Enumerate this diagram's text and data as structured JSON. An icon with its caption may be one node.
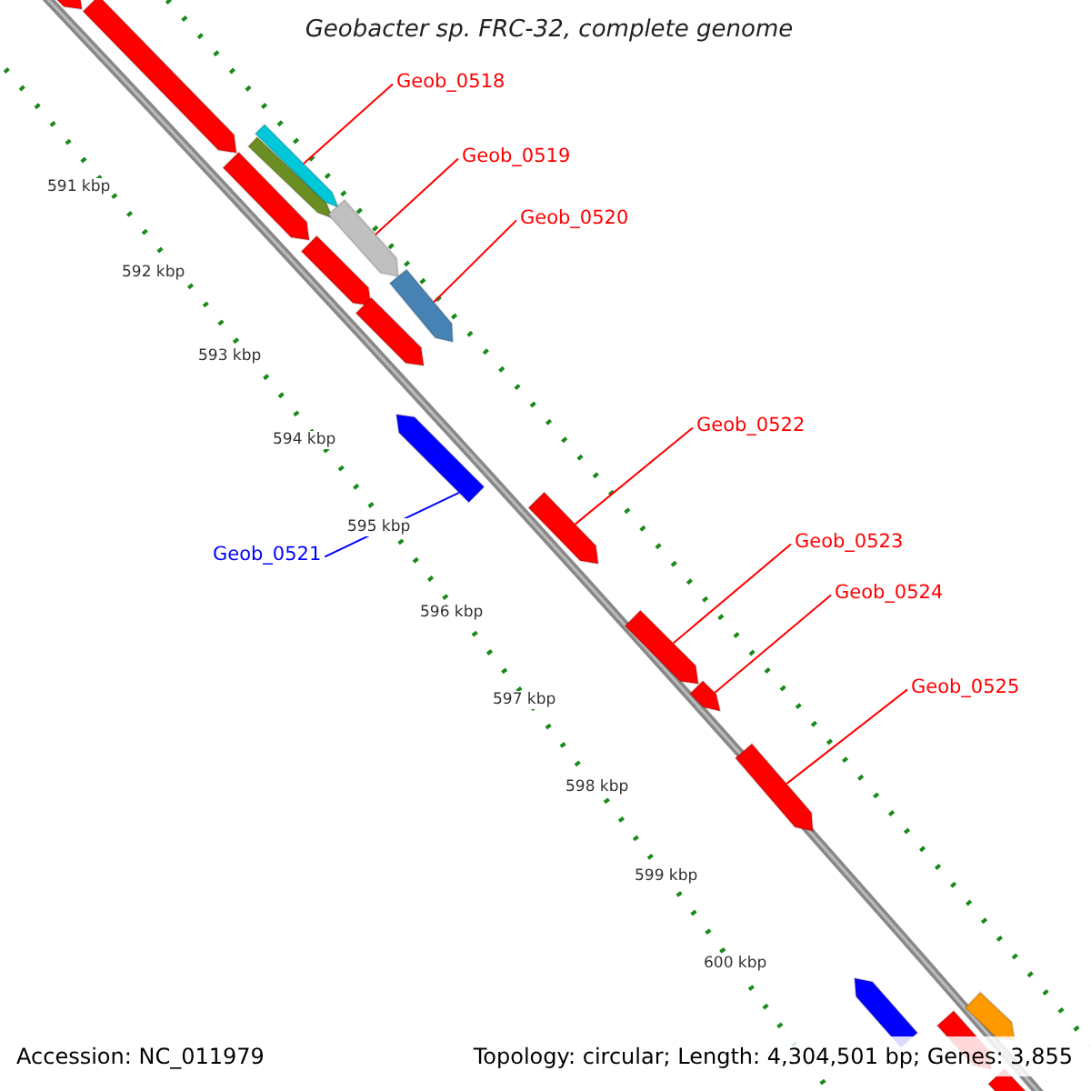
{
  "diagram": {
    "title": "Geobacter sp. FRC-32, complete genome",
    "nodes": [
      {
        "text": [
          "Geob_0518"
        ]
      },
      {
        "text": [
          "Geob_0519"
        ]
      },
      {
        "text": [
          "Geob_0520"
        ]
      },
      {
        "text": [
          "Geob_0522"
        ]
      },
      {
        "text": [
          "Geob_0523"
        ]
      },
      {
        "text": [
          "Geob_0521"
        ]
      },
      {
        "text": [
          "Geob_0524"
        ]
      },
      {
        "text": [
          "Geob_0525"
        ]
      },
      {
        "text": [],
        "shape": "arrow"
      },
      {
        "text": [],
        "shape": "arrow"
      },
      {
        "text": [],
        "shape": "arrow"
      },
      {
        "text": [],
        "shape": "arrow"
      },
      {
        "text": [],
        "shape": "arrow"
      },
      {
        "text": [],
        "shape": "arrow"
      },
      {
        "text": [],
        "shape": "arrow"
      },
      {
        "text": [],
        "shape": "arrow"
      },
      {
        "text": [],
        "shape": "arrow"
      },
      {
        "text": [],
        "shape": "arrow"
      },
      {
        "text": [],
        "shape": "arrow"
      },
      {
        "text": [],
        "shape": "arrow"
      },
      {
        "text": [],
        "shape": "arrow"
      },
      {
        "text": [],
        "shape": "arrow"
      },
      {
        "text": [],
        "shape": "arrow"
      },
      {
        "text": [],
        "shape": "arrow"
      },
      {
        "text": [],
        "shape": "arrow"
      },
      {
        "text": [],
        "shape": "arrow"
      }
    ],
    "edges": [
      {
        "from": 0,
        "to": 10,
        "arrow": "none"
      },
      {
        "from": 1,
        "to": 13,
        "arrow": "none"
      },
      {
        "from": 2,
        "to": 15,
        "arrow": "none"
      },
      {
        "from": 3,
        "to": 18,
        "arrow": "none"
      },
      {
        "from": 4,
        "to": 19,
        "arrow": "none"
      },
      {
        "from": 5,
        "to": 17,
        "arrow": "none",
        "color": "#0000ff"
      },
      {
        "from": 6,
        "to": 20,
        "arrow": "none"
      },
      {
        "from": 7,
        "to": 21,
        "arrow": "none"
      }
    ],
    "labels": [
      "591 kbp",
      "592 kbp",
      "593 kbp",
      "594 kbp",
      "595 kbp",
      "596 kbp",
      "597 kbp",
      "598 kbp",
      "599 kbp",
      "600 kbp",
      "Accession: NC_011979",
      "Topology: circular; Length: 4,304,501 bp; Genes: 3,855"
    ]
  }
}
